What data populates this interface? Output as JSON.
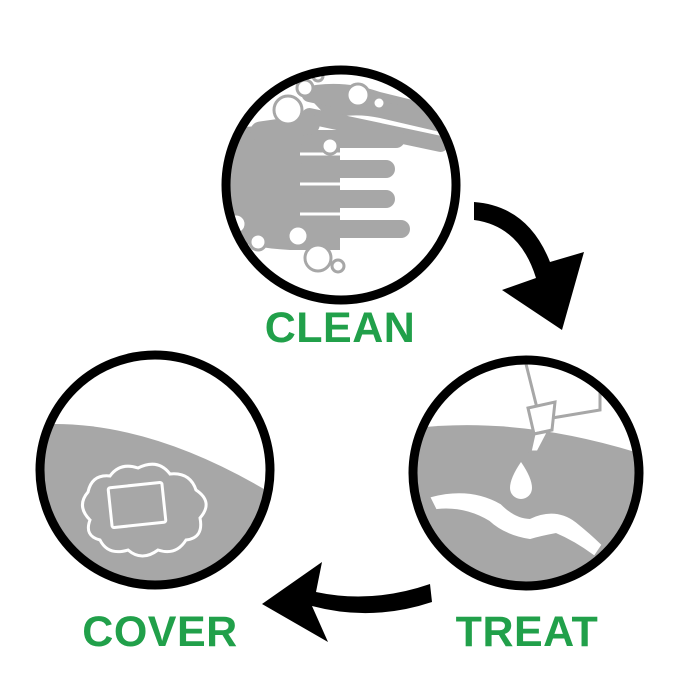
{
  "colors": {
    "label": "#21a04a",
    "outline": "#000000",
    "fill": "#a7a7a7",
    "background": "#ffffff"
  },
  "steps": {
    "clean": {
      "label": "CLEAN",
      "icon": "hand-washing-icon"
    },
    "treat": {
      "label": "TREAT",
      "icon": "ointment-tube-icon"
    },
    "cover": {
      "label": "COVER",
      "icon": "bandage-icon"
    }
  },
  "arrows": [
    {
      "from": "clean",
      "to": "treat",
      "icon": "curved-arrow-icon"
    },
    {
      "from": "treat",
      "to": "cover",
      "icon": "curved-arrow-icon"
    }
  ]
}
